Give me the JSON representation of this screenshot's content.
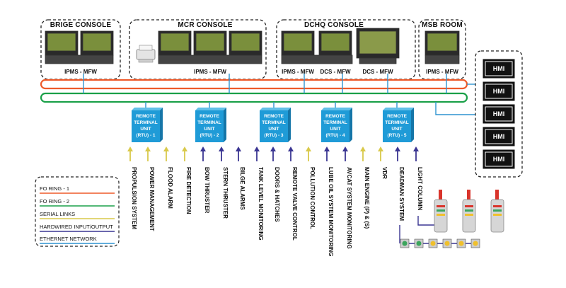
{
  "colors": {
    "fo_ring_1": "#ee5a2a",
    "fo_ring_2": "#1aa048",
    "serial": "#d9c94a",
    "hardwired": "#3a3592",
    "ethernet": "#2e94d0",
    "rtu_fill": "#1f9bd7",
    "hmi_fill": "#111111"
  },
  "groups": [
    {
      "title": "BRIGE CONSOLE",
      "labels": [
        "IPMS - MFW"
      ]
    },
    {
      "title": "MCR CONSOLE",
      "labels": [
        "IPMS - MFW"
      ]
    },
    {
      "title": "DCHQ CONSOLE",
      "labels": [
        "IPMS - MFW",
        "DCS - MFW",
        "DCS - MFW"
      ]
    },
    {
      "title": "MSB ROOM",
      "labels": [
        "IPMS - MFW"
      ]
    }
  ],
  "rtus": [
    {
      "lines": [
        "REMOTE",
        "TERMINAL",
        "UNIT",
        "(RTU) - 1"
      ]
    },
    {
      "lines": [
        "REMOTE",
        "TERMINAL",
        "UNIT",
        "(RTU) - 2"
      ]
    },
    {
      "lines": [
        "REMOTE",
        "TERMINAL",
        "UNIT",
        "(RTU) - 3"
      ]
    },
    {
      "lines": [
        "REMOTE",
        "TERMINAL",
        "UNIT",
        "(RTU) - 4"
      ]
    },
    {
      "lines": [
        "REMOTE",
        "TERMINAL",
        "UNIT",
        "(RTU) - 5"
      ]
    }
  ],
  "hmis": [
    "HMI",
    "HMI",
    "HMI",
    "HMI",
    "HMI"
  ],
  "signals": [
    {
      "label": "PROPULSION SYSTEM",
      "kind": "serial"
    },
    {
      "label": "POWER MANAGEMENT",
      "kind": "serial"
    },
    {
      "label": "FLOOD ALARM",
      "kind": "serial"
    },
    {
      "label": "FIRE DETECTION",
      "kind": "serial"
    },
    {
      "label": "BOW THRUSTER",
      "kind": "hardwired"
    },
    {
      "label": "STERN THRUSTER",
      "kind": "hardwired"
    },
    {
      "label": "BILGE ALARMS",
      "kind": "hardwired"
    },
    {
      "label": "TANK LEVEL MONITORING",
      "kind": "hardwired"
    },
    {
      "label": "DOORS & HATCHES",
      "kind": "hardwired"
    },
    {
      "label": "REMOTE VALVE CONTROL",
      "kind": "hardwired"
    },
    {
      "label": "POLLUTION CONTROL",
      "kind": "serial"
    },
    {
      "label": "LUBE OIL SYSTEM MONITORING",
      "kind": "hardwired"
    },
    {
      "label": "AVCAT SYSTEM MONITORING",
      "kind": "hardwired"
    },
    {
      "label": "MAIN ENGINE (P) & (S)",
      "kind": "serial"
    },
    {
      "label": "VDR",
      "kind": "serial"
    },
    {
      "label": "DEADMAN SYSTEM",
      "kind": "hardwired"
    },
    {
      "label": "LIGHT COLUMN",
      "kind": "hardwired"
    }
  ],
  "legend": [
    {
      "label": "FO RING - 1",
      "color": "#ee5a2a"
    },
    {
      "label": "FO RING - 2",
      "color": "#1aa048"
    },
    {
      "label": "SERIAL LINKS",
      "color": "#d9c94a"
    },
    {
      "label": "HARDWIRED INPUT/OUTPUT",
      "color": "#3a3592"
    },
    {
      "label": "ETHERNET NETWORK",
      "color": "#2e94d0"
    }
  ]
}
